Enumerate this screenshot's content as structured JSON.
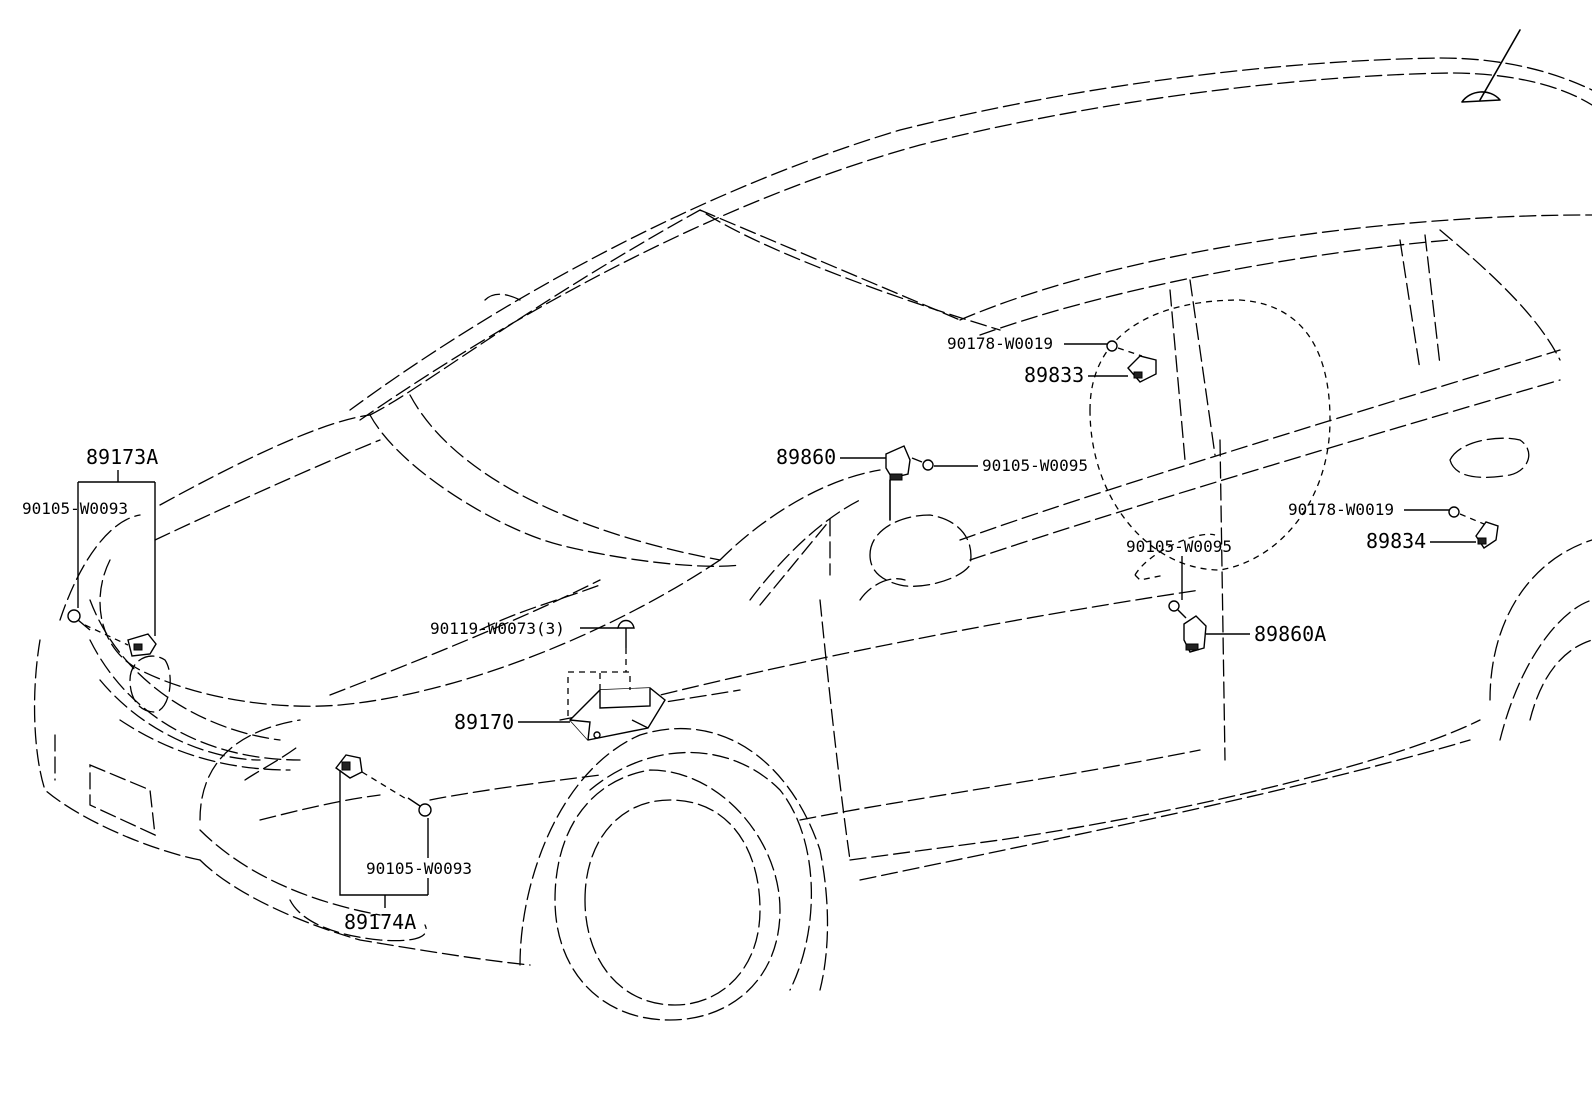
{
  "diagram": {
    "labels": {
      "p89173A": "89173A",
      "p90105_W0093_top": "90105-W0093",
      "p90119_W0073": "90119-W0073(3)",
      "p89170": "89170",
      "p90105_W0093_bottom": "90105-W0093",
      "p89174A": "89174A",
      "p90178_W0019_top": "90178-W0019",
      "p89833": "89833",
      "p89860": "89860",
      "p90105_W0095_top": "90105-W0095",
      "p90105_W0095_bottom": "90105-W0095",
      "p89860A": "89860A",
      "p90178_W0019_right": "90178-W0019",
      "p89834": "89834"
    }
  }
}
